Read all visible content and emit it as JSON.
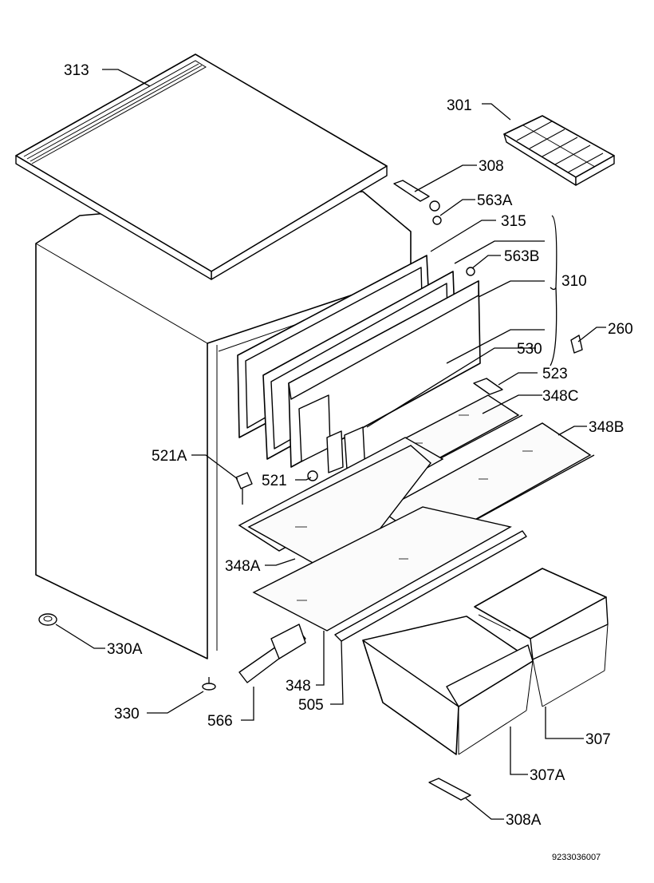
{
  "diagram": {
    "drawing_code": "9233036007",
    "labels": [
      {
        "id": "313",
        "text": "313"
      },
      {
        "id": "301",
        "text": "301"
      },
      {
        "id": "308",
        "text": "308"
      },
      {
        "id": "563a",
        "text": "563A"
      },
      {
        "id": "315",
        "text": "315"
      },
      {
        "id": "563b",
        "text": "563B"
      },
      {
        "id": "310",
        "text": "310"
      },
      {
        "id": "260",
        "text": "260"
      },
      {
        "id": "530",
        "text": "530"
      },
      {
        "id": "523",
        "text": "523"
      },
      {
        "id": "348c",
        "text": "348C"
      },
      {
        "id": "348b",
        "text": "348B"
      },
      {
        "id": "521a",
        "text": "521A"
      },
      {
        "id": "521",
        "text": "521"
      },
      {
        "id": "348a",
        "text": "348A"
      },
      {
        "id": "330a",
        "text": "330A"
      },
      {
        "id": "348",
        "text": "348"
      },
      {
        "id": "505",
        "text": "505"
      },
      {
        "id": "307",
        "text": "307"
      },
      {
        "id": "330",
        "text": "330"
      },
      {
        "id": "566",
        "text": "566"
      },
      {
        "id": "307a",
        "text": "307A"
      },
      {
        "id": "308a",
        "text": "308A"
      }
    ]
  }
}
